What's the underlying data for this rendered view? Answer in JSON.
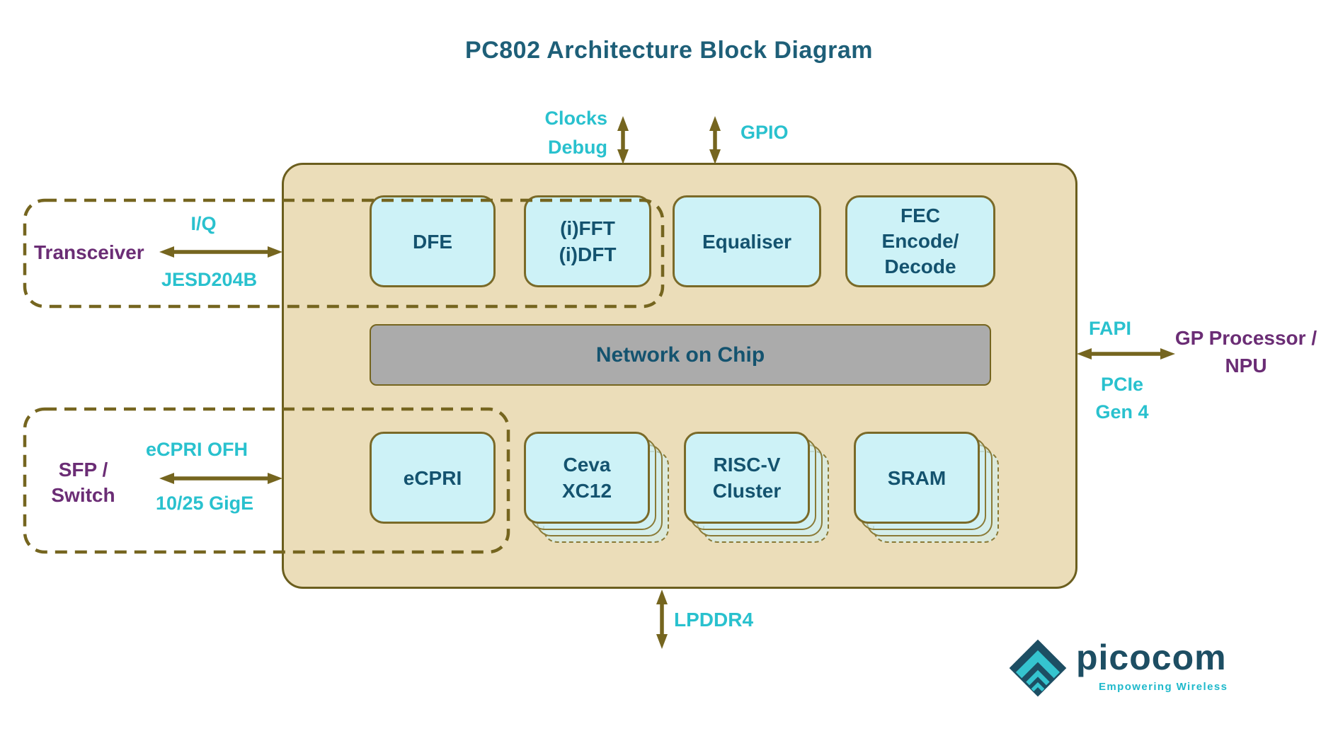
{
  "title": "PC802 Architecture Block Diagram",
  "colors": {
    "heading_teal": "#1E5F78",
    "block_text_teal": "#14536F",
    "cyan_accent": "#29C1CE",
    "purple_accent": "#6B2D75",
    "olive_lines": "#75651F",
    "chip_fill": "#EBDDB9",
    "block_fill": "#CDF2F7",
    "noc_gray": "#ABABAB",
    "logo_teal": "#1D4E63",
    "logo_cyan": "#35C4CF"
  },
  "chip": {
    "blocks": {
      "dfe": "DFE",
      "fft_dft": "(i)FFT\n(i)DFT",
      "equaliser": "Equaliser",
      "fec": "FEC\nEncode/\nDecode",
      "noc": "Network on Chip",
      "ecpri": "eCPRI",
      "ceva": "Ceva\nXC12",
      "riscv": "RISC-V\nCluster",
      "sram": "SRAM"
    }
  },
  "external": {
    "transceiver": "Transceiver",
    "sfp_switch": "SFP /\nSwitch",
    "gp_npu": "GP Processor /\nNPU"
  },
  "interfaces": {
    "clocks_debug": "Clocks\nDebug",
    "gpio": "GPIO",
    "iq": "I/Q",
    "jesd": "JESD204B",
    "ecpri_ofh": "eCPRI OFH",
    "gige": "10/25 GigE",
    "fapi": "FAPI",
    "pcie": "PCIe\nGen 4",
    "lpddr4": "LPDDR4"
  },
  "logo": {
    "brand": "picocom",
    "tagline": "Empowering Wireless"
  }
}
